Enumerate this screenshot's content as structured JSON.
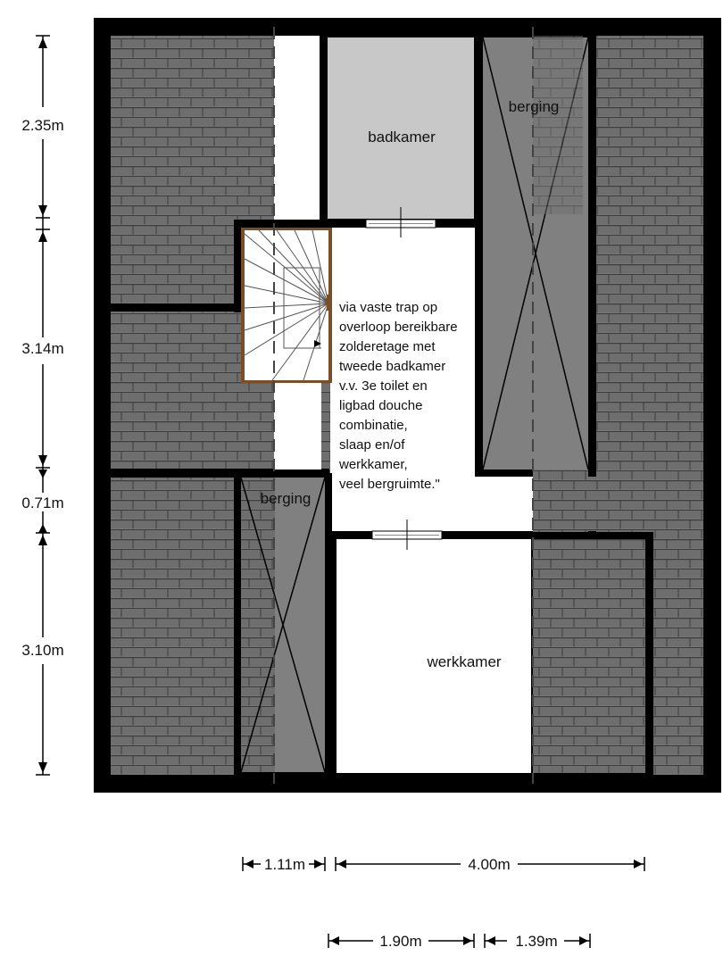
{
  "rooms": {
    "badkamer": "badkamer",
    "berging_top": "berging",
    "berging_bottom": "berging",
    "werkkamer": "werkkamer"
  },
  "note": [
    "via vaste trap op",
    "overloop bereikbare",
    "zolderetage met",
    "tweede badkamer",
    "v.v. 3e toilet en",
    "ligbad douche",
    "combinatie,",
    "slaap en/of",
    "werkkamer,",
    "veel bergruimte.\""
  ],
  "dimensions": {
    "vertical": [
      "2.35m",
      "3.14m",
      "0.71m",
      "3.10m"
    ],
    "horizontal_top": [
      "1.11m",
      "4.00m"
    ],
    "horizontal_bottom": [
      "1.90m",
      "1.39m"
    ]
  },
  "colors": {
    "wall": "#000000",
    "roof_tile": "#6e6e6e",
    "tile_line": "#3c3c3c",
    "bathroom": "#c8c8c8",
    "storage": "#808080",
    "open_floor": "#ffffff",
    "stair_frame": "#8b5a2b"
  }
}
